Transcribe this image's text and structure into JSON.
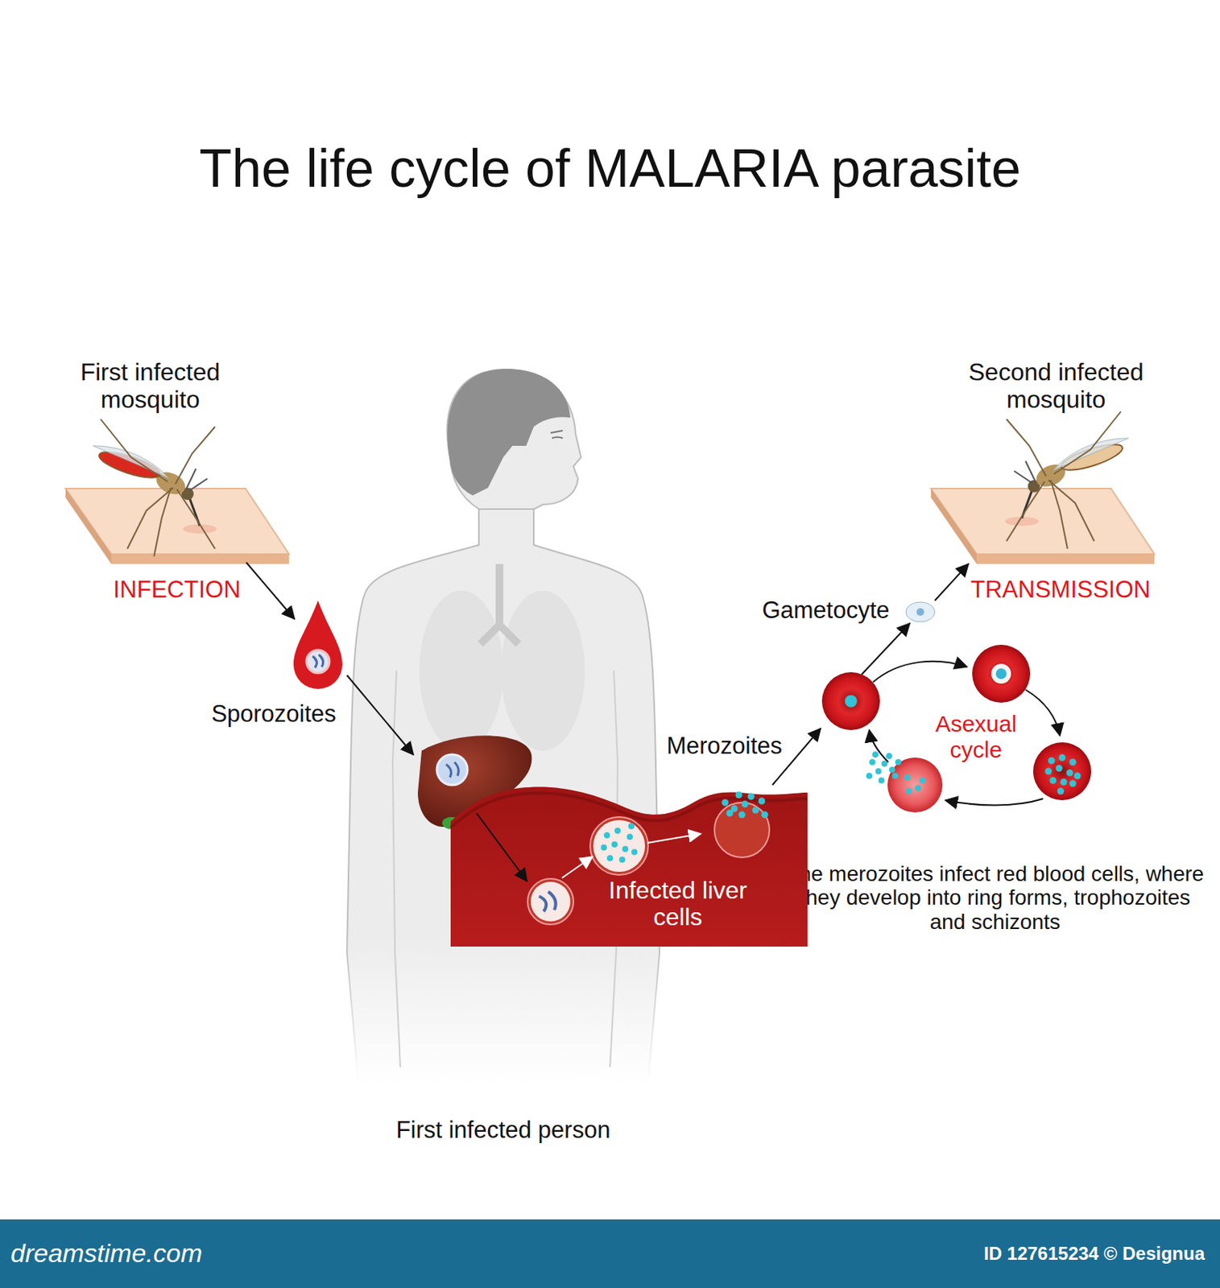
{
  "diagram": {
    "title": "The life cycle of MALARIA parasite",
    "nodes": [
      {
        "text": [
          "Infected liver cells"
        ]
      },
      {
        "text": [
          "dreamstime.com",
          "ID 127615234 © Designua"
        ]
      }
    ],
    "labels": [
      "First infected mosquito",
      "INFECTION",
      "Sporozoites",
      "Merozoites",
      "Gametocyte",
      "Second infected mosquito",
      "TRANSMISSION",
      "Asexual cycle",
      "The merozoites infect red blood cells, where they develop into ring forms, trophozoites and schizonts",
      "First infected person"
    ]
  }
}
